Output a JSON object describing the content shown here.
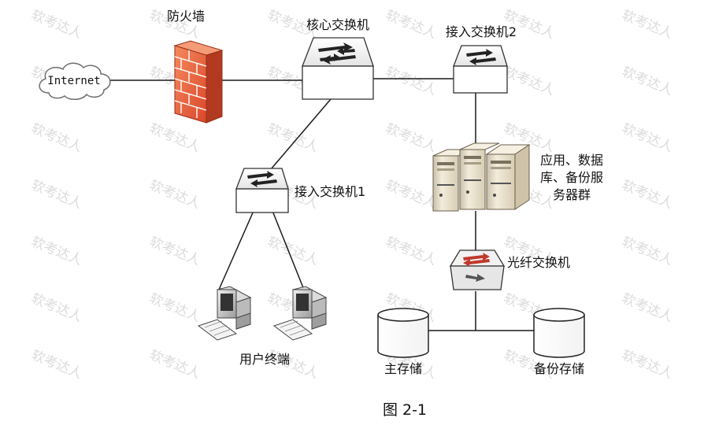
{
  "labels": {
    "internet": "Internet",
    "firewall": "防火墙",
    "core_switch": "核心交换机",
    "access_switch_2": "接入交换机2",
    "access_switch_1": "接入交换机1",
    "server_group_line1": "应用、数据",
    "server_group_line2": "库、备份服",
    "server_group_line3": "务器群",
    "fiber_switch": "光纤交换机",
    "user_terminal": "用户终端",
    "main_storage": "主存储",
    "backup_storage": "备份存储",
    "figure_caption": "图 2-1"
  },
  "watermark": "软考达人",
  "colors": {
    "line": "#1a1a1a",
    "firewall": "#e8643c",
    "server": "#efe6d2",
    "watermark": "#9a9a9a"
  }
}
